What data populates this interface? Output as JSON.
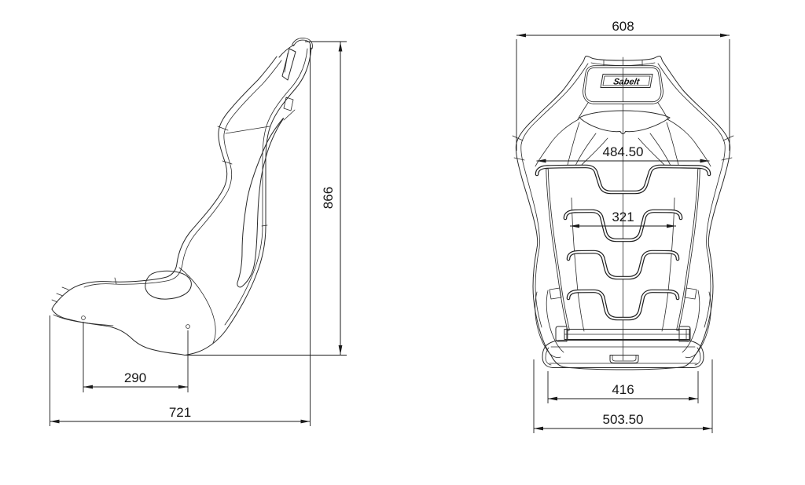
{
  "drawing": {
    "brand_logo": "Sabelt",
    "side_view": {
      "dim_height": "866",
      "dim_mount_spacing": "290",
      "dim_overall_depth": "721"
    },
    "front_view": {
      "dim_overall_width": "608",
      "dim_shoulder_width": "484.50",
      "dim_lumbar_width": "321",
      "dim_base_width": "416",
      "dim_hip_width": "503.50"
    }
  }
}
